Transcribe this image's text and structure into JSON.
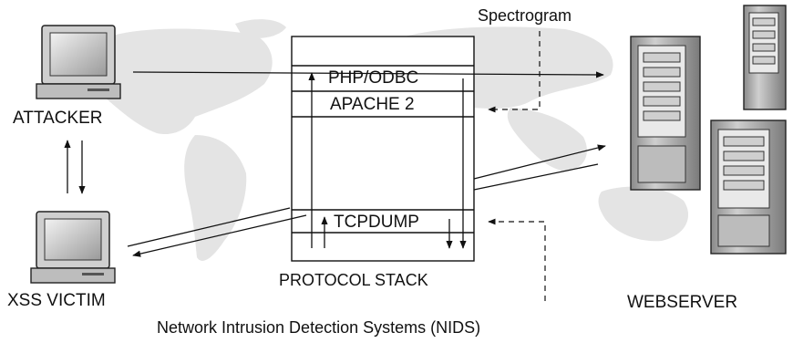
{
  "labels": {
    "attacker": "ATTACKER",
    "xss_victim": "XSS VICTIM",
    "webserver": "WEBSERVER",
    "spectrogram": "Spectrogram",
    "protocol_stack": "PROTOCOL STACK",
    "php_odbc": "PHP/ODBC",
    "apache": "APACHE 2",
    "tcpdump": "TCPDUMP",
    "nids": "Network Intrusion Detection Systems (NIDS)"
  },
  "icons": {
    "attacker": "desktop-computer-icon",
    "victim": "desktop-computer-icon",
    "webserver": "server-tower-icon"
  },
  "colors": {
    "line": "#111111",
    "map": "#e4e4e4",
    "box": "#ffffff"
  }
}
